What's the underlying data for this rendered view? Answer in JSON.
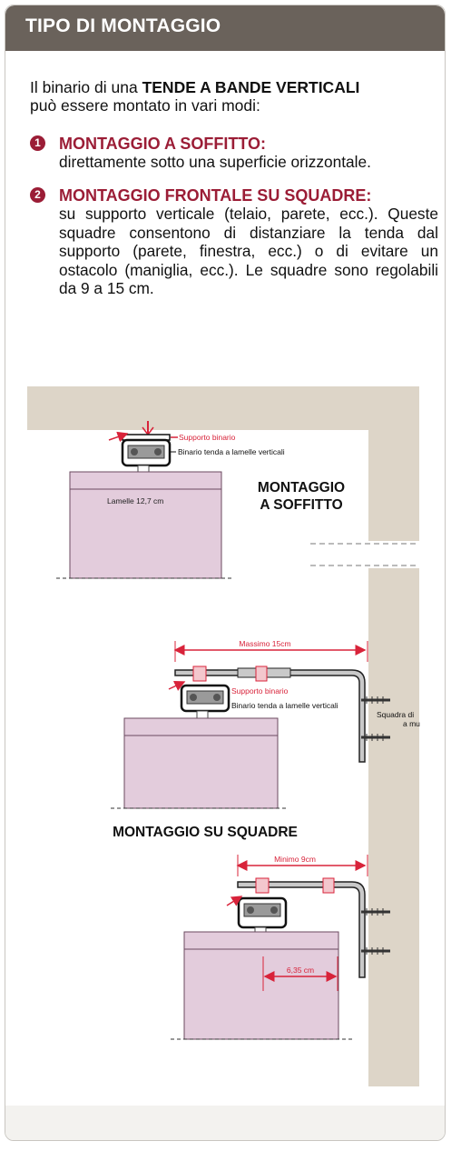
{
  "header": {
    "title": "TIPO DI MONTAGGIO"
  },
  "intro": {
    "prefix": "Il binario di una ",
    "bold": "TENDE A BANDE VERTICALI",
    "suffix": "può essere montato in vari modi:"
  },
  "items": [
    {
      "number": "1",
      "title": "MONTAGGIO A SOFFITTO:",
      "body": "direttamente sotto una superficie orizzontale."
    },
    {
      "number": "2",
      "title": "MONTAGGIO FRONTALE SU SQUADRE:",
      "body": "su supporto verticale (telaio, parete, ecc.). Queste squadre consentono di distanziare la tenda dal supporto (parete, finestra, ecc.) o di evitare un ostacolo (maniglia, ecc.). Le squadre sono regolabili da 9 a 15 cm."
    }
  ],
  "diagram": {
    "ceiling": {
      "support_label": "Supporto binario",
      "rail_label": "Binario tenda a lamelle verticali",
      "slats_label": "Lamelle 12,7 cm",
      "title_line1": "MONTAGGIO",
      "title_line2": "A SOFFITTO"
    },
    "bracket": {
      "max_label": "Massimo 15cm",
      "support_label": "Supporto binario",
      "rail_label": "Binario tenda a lamelle verticali",
      "squadra_line1": "Squadra di",
      "squadra_line2": "a mu",
      "title": "MONTAGGIO SU SQUADRE",
      "min_label": "Minimo 9cm",
      "width_label": "6,35 cm"
    },
    "colors": {
      "wall": "#ddd5c8",
      "curtain": "#e3ccdc",
      "curtain_border": "#6b4a5f",
      "accent_red": "#d8233a",
      "metal": "#c9c9c9"
    }
  }
}
